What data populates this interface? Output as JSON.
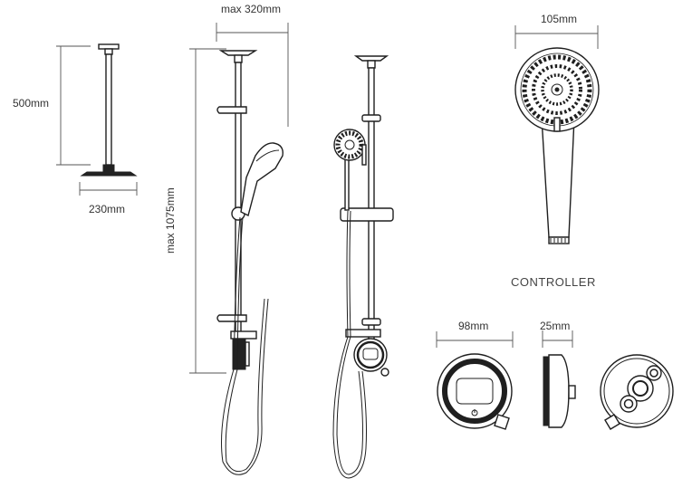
{
  "labels": {
    "ceiling_drop_height": "500mm",
    "ceiling_head_width": "230mm",
    "riser_width": "max 320mm",
    "riser_height": "max 1075mm",
    "handset_width": "105mm",
    "controller_title": "CONTROLLER",
    "controller_width": "98mm",
    "controller_depth": "25mm"
  },
  "colors": {
    "outline": "#1f1f1f",
    "dimension_line": "#555555",
    "text": "#333333",
    "background": "#ffffff"
  }
}
